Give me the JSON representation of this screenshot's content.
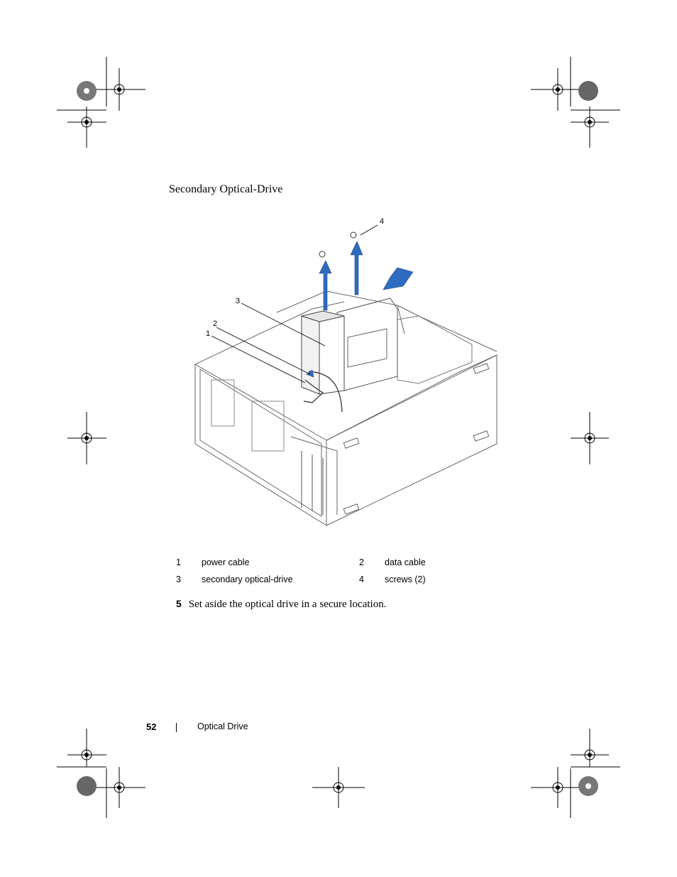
{
  "section_title": "Secondary Optical-Drive",
  "figure": {
    "callouts": [
      "1",
      "2",
      "3",
      "4"
    ]
  },
  "legend": [
    {
      "num": "1",
      "label": "power cable",
      "num2": "2",
      "label2": "data cable"
    },
    {
      "num": "3",
      "label": "secondary optical-drive",
      "num2": "4",
      "label2": "screws (2)"
    }
  ],
  "step": {
    "number": "5",
    "text": "Set aside the optical drive in a secure location."
  },
  "footer": {
    "page_number": "52",
    "chapter": "Optical Drive"
  },
  "colors": {
    "arrow": "#2f6bc0",
    "line": "#555555"
  }
}
